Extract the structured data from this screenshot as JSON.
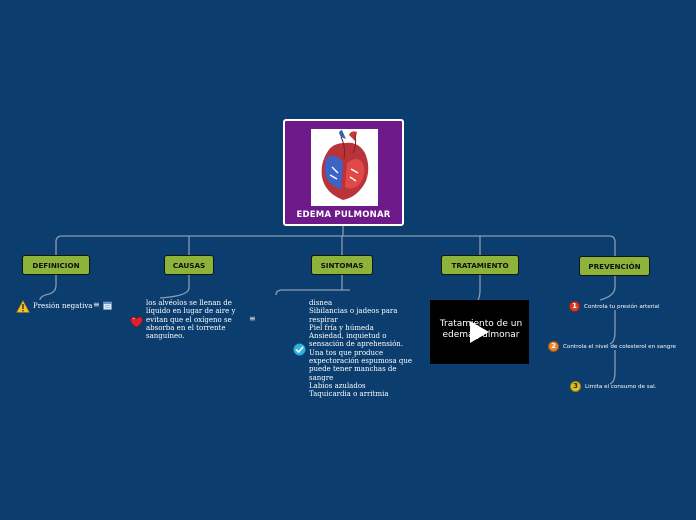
{
  "central": {
    "title": "EDEMA PULMONAR",
    "image_icon": "heart-anatomy-image"
  },
  "topics": [
    {
      "label": "DEFINICION"
    },
    {
      "label": "CAUSAS"
    },
    {
      "label": "SINTOMAS"
    },
    {
      "label": "TRATAMIENTO"
    },
    {
      "label": "PREVENCIÓN"
    }
  ],
  "definicion": {
    "text": "Presión negativa",
    "icon": "warning-icon"
  },
  "causas": {
    "lines": [
      "los alvéolos se llenan de",
      "líquido en lugar de aire y",
      "evitan que el oxígeno se",
      "absorba en el torrente",
      "sanguíneo."
    ],
    "icon": "heart-icon"
  },
  "sintomas": {
    "lines": [
      "disnea",
      "Sibilancias o jadeos para",
      "respirar",
      "Piel fría y húmeda",
      "Ansiedad, inquietud o",
      "sensación de aprehensión.",
      "Una tos que produce",
      "expectoración espumosa que",
      "puede tener manchas de",
      "sangre",
      "Labios azulados",
      "Taquicardia o arritmia"
    ],
    "icon": "check-icon"
  },
  "tratamiento": {
    "video_title": "Tratamiento de un edema pulmonar"
  },
  "prevencion": [
    {
      "number": "1",
      "text": "Controla tu presión arterial",
      "color": "#d93a2b"
    },
    {
      "number": "2",
      "text": "Controla el nivel de colesterol en sangre",
      "color": "#e8862a"
    },
    {
      "number": "3",
      "text": "Limita el consumo de sal.",
      "color": "#e3c12a"
    }
  ],
  "colors": {
    "background": "#0b3d6e",
    "central": "#6f1a8a",
    "topic": "#8db33b",
    "line": "#8a9bb0"
  }
}
